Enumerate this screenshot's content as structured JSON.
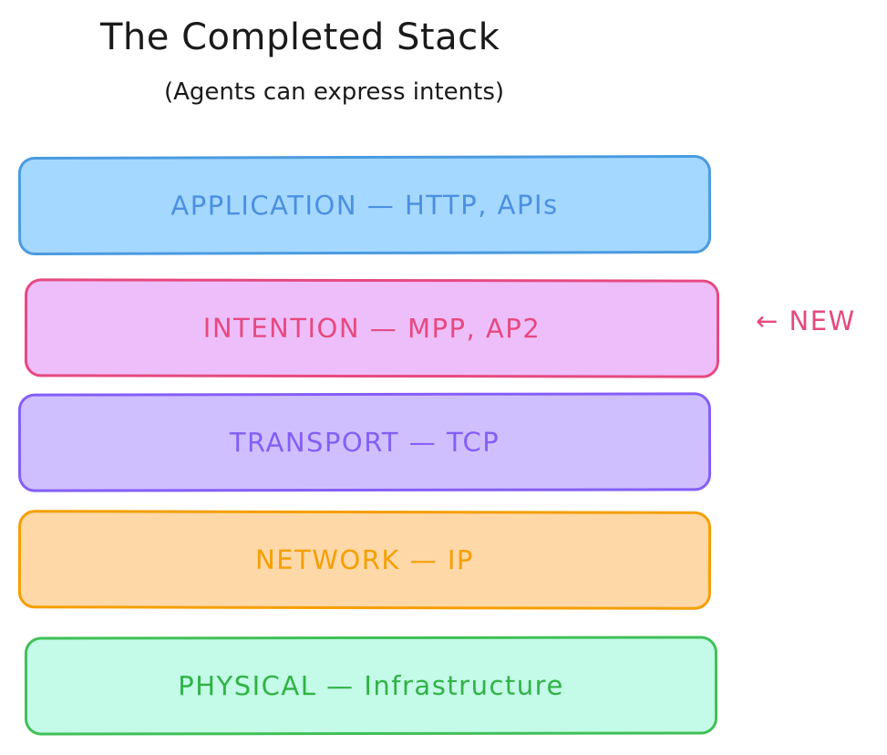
{
  "header": {
    "title": "The Completed Stack",
    "subtitle": "(Agents can express intents)"
  },
  "layers": [
    {
      "label": "APPLICATION — HTTP, APIs",
      "fill": "#a5d8ff",
      "stroke": "#4a9be0",
      "text_color": "#4a90e2"
    },
    {
      "label": "INTENTION — MPP, AP2",
      "fill": "#eebefa",
      "stroke": "#e64980",
      "text_color": "#e64980"
    },
    {
      "label": "TRANSPORT — TCP",
      "fill": "#d0bfff",
      "stroke": "#845ef7",
      "text_color": "#845ef7"
    },
    {
      "label": "NETWORK — IP",
      "fill": "#ffd8a8",
      "stroke": "#f59f00",
      "text_color": "#f59f00"
    },
    {
      "label": "PHYSICAL — Infrastructure",
      "fill": "#c3fae8",
      "stroke": "#40c057",
      "text_color": "#2fb344"
    }
  ],
  "marker": {
    "label": "← NEW",
    "color": "#e64980"
  }
}
